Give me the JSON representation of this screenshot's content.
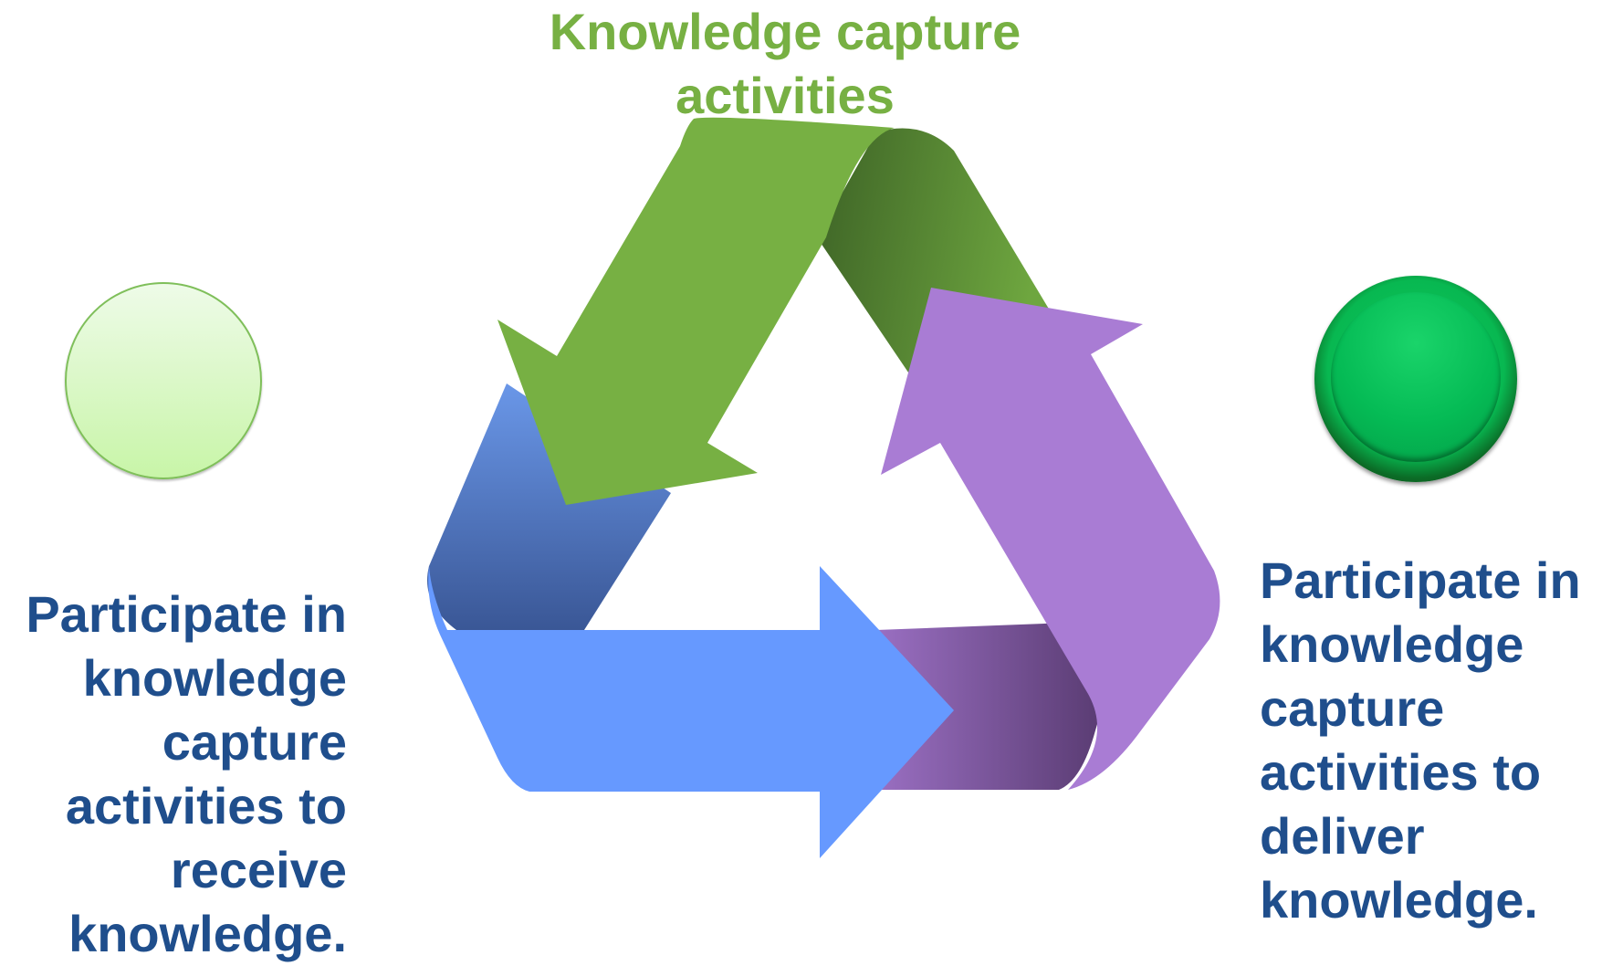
{
  "title": {
    "lines": [
      "Knowledge capture",
      "activities"
    ]
  },
  "left_text": {
    "lines": [
      "Participate in",
      "knowledge",
      "capture",
      "activities to",
      "receive",
      "knowledge."
    ]
  },
  "right_text": {
    "lines": [
      "Participate in",
      "knowledge",
      "capture",
      "activities to",
      "deliver",
      "knowledge."
    ]
  },
  "colors": {
    "green_arrow": "#77b043",
    "green_dark": "#446a2a",
    "blue_arrow": "#6699ff",
    "blue_dark": "#3a5a9e",
    "purple_arrow": "#a97cd4",
    "purple_dark": "#5c3d75",
    "text_blue": "#1f4e8c",
    "title_green": "#77b043"
  },
  "icons": {
    "left_circle": "light-green-circle-icon",
    "right_circle": "green-button-circle-icon"
  }
}
